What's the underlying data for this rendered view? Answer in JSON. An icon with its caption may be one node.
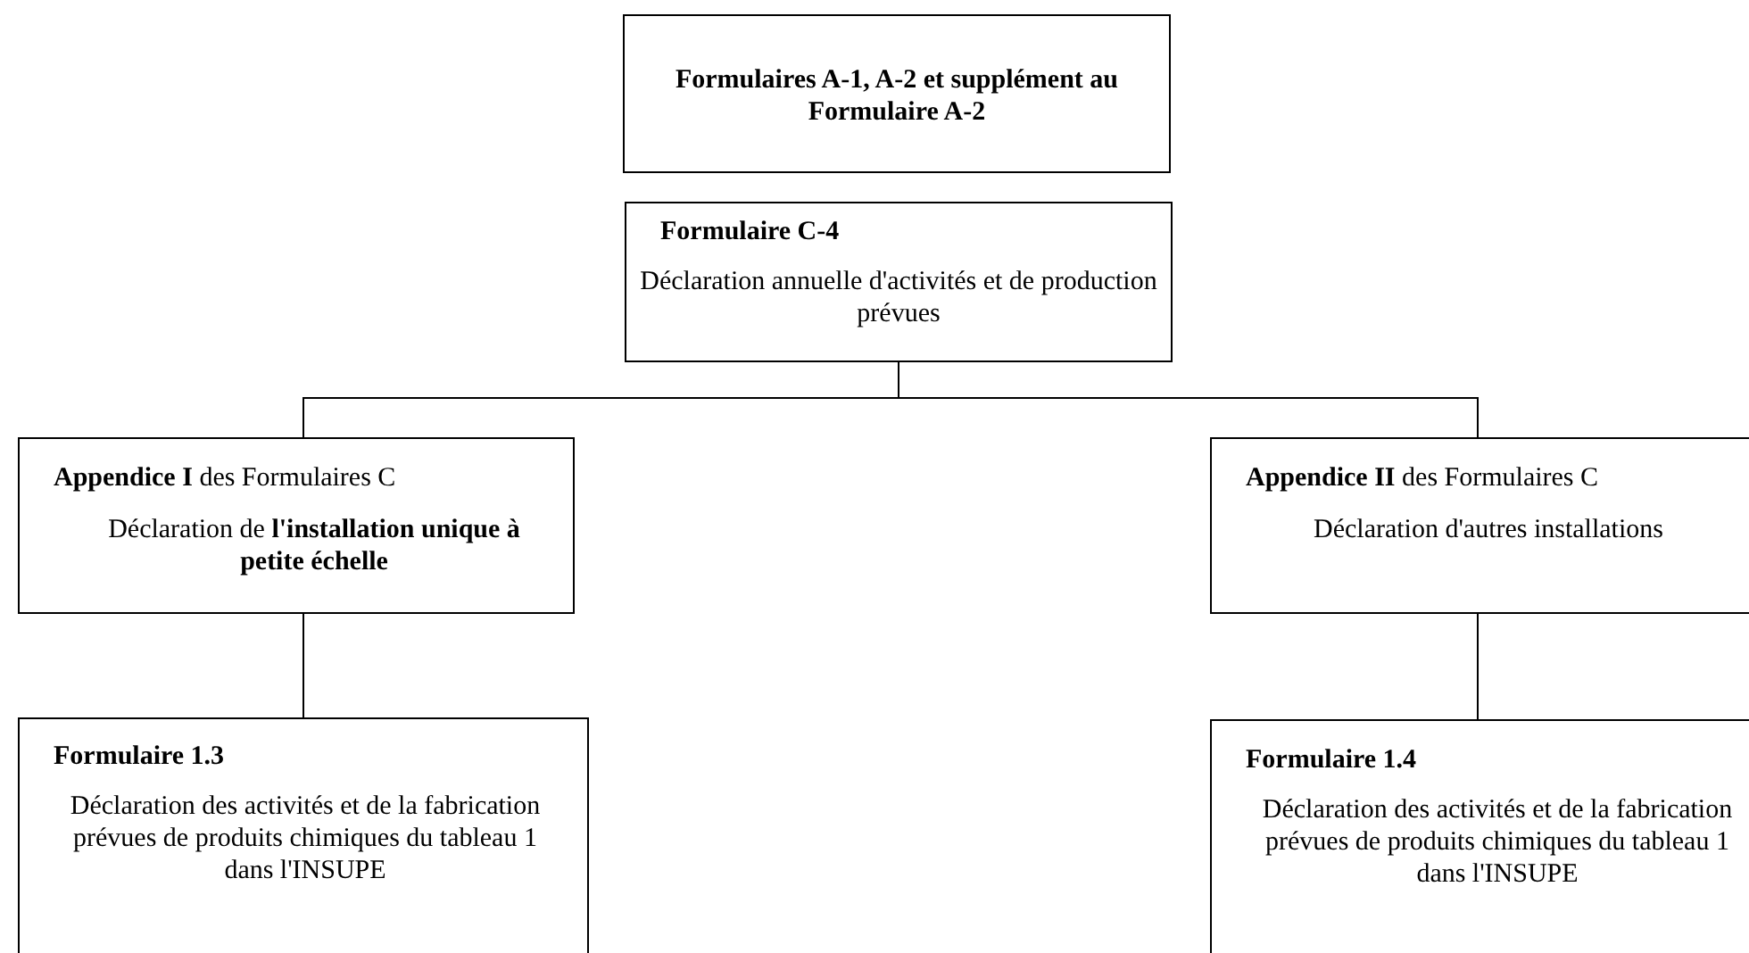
{
  "diagram": {
    "nodes": [
      {
        "text": [
          "Formulaires A-1, A-2 et supplément au Formulaire A-2"
        ]
      },
      {
        "text": [
          "Formulaire C-4",
          "Déclaration annuelle d'activités et de production prévues"
        ]
      },
      {
        "text": [
          "**Appendice I** des Formulaires C",
          "Déclaration de **l'installation unique à petite échelle**"
        ]
      },
      {
        "text": [
          "**Appendice II** des Formulaires C",
          "Déclaration d'autres installations"
        ]
      },
      {
        "text": [
          "Formulaire 1.3",
          "Déclaration des activités et de la fabrication prévues de produits chimiques du tableau 1 dans l'INSUPE"
        ]
      },
      {
        "text": [
          "Formulaire 1.4",
          "Déclaration des activités et de la fabrication prévues de produits chimiques du tableau 1 dans l'INSUPE"
        ]
      }
    ],
    "edges": [
      {
        "from": 1,
        "to": 2,
        "arrow": "none"
      },
      {
        "from": 1,
        "to": 3,
        "arrow": "none"
      },
      {
        "from": 2,
        "to": 4,
        "arrow": "none"
      },
      {
        "from": 3,
        "to": 5,
        "arrow": "none"
      }
    ]
  }
}
